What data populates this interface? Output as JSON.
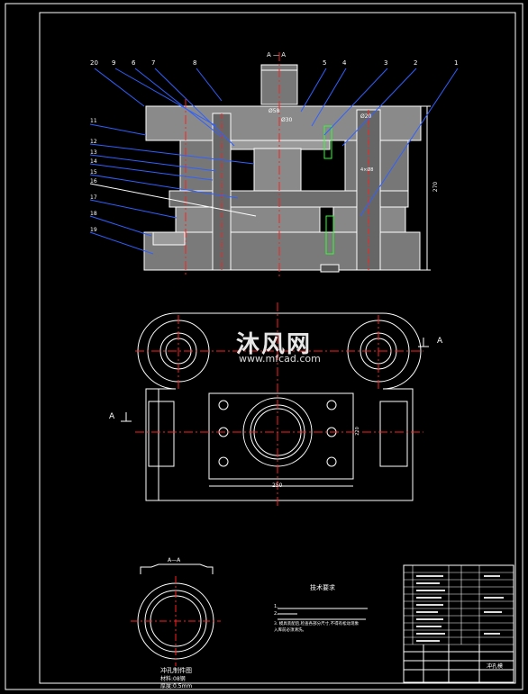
{
  "watermark": {
    "site_cn": "沐风网",
    "site_url": "www.mfcad.com"
  },
  "section_marks": {
    "top": "A — A",
    "top_right": "A",
    "left": "A",
    "detail": "A—A"
  },
  "part_numbers_top": [
    "20",
    "9",
    "6",
    "7",
    "8",
    "5",
    "4",
    "3",
    "2",
    "1"
  ],
  "part_numbers_left": [
    "11",
    "12",
    "13",
    "14",
    "15",
    "16",
    "17",
    "18",
    "19"
  ],
  "dimensions": {
    "overall_height": "270",
    "width_bottom": "250",
    "hole_dim": "Ø58",
    "dim_a": "Ø30",
    "dim_b": "Ø20",
    "dim_c": "4×Ø8",
    "dim_side": "220"
  },
  "detail_caption": {
    "title": "冲孔制件图",
    "material": "材料:08钢",
    "thickness": "厚度:0.5mm"
  },
  "tech_req": {
    "title": "技术要求",
    "lines": [
      "1.",
      "2.",
      "3. 模具装配后,检查各部分尺寸,不得有松动现象",
      "入库前必须清洗。"
    ]
  },
  "title_block": {
    "name": "冲孔模"
  },
  "colors": {
    "line": "#ffffff",
    "red": "#ff2020",
    "blue": "#3060ff",
    "green": "#30ff30",
    "yellow": "#ffff30",
    "cyan": "#30e0ff",
    "magenta": "#ff30ff"
  }
}
